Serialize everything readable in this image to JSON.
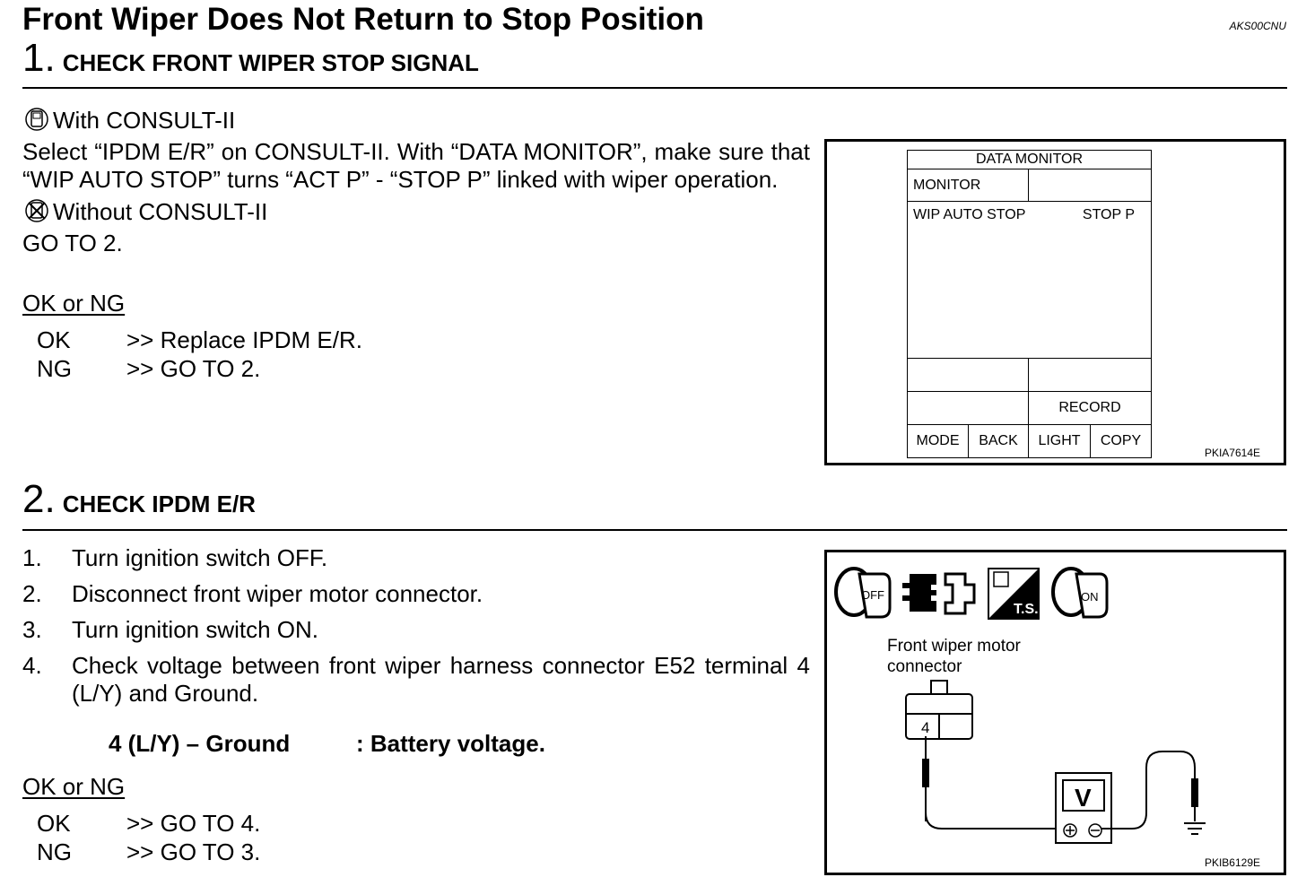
{
  "title": "Front Wiper Does Not Return to Stop Position",
  "doc_code": "AKS00CNU",
  "step1": {
    "number": "1.",
    "heading": "CHECK FRONT WIPER STOP SIGNAL",
    "with_consult": "With CONSULT-II",
    "instruction": "Select “IPDM E/R” on CONSULT-II. With “DATA MONITOR”, make sure that “WIP AUTO STOP” turns “ACT P” - “STOP P” linked with wiper operation.",
    "without_consult": "Without CONSULT-II",
    "goto": "GO TO 2.",
    "ok_or_ng": "OK or NG",
    "results": [
      {
        "key": "OK",
        "action": ">> Replace IPDM E/R."
      },
      {
        "key": "NG",
        "action": ">> GO TO 2."
      }
    ],
    "figure": {
      "screen_title": "DATA MONITOR",
      "monitor_label": "MONITOR",
      "item_name": "WIP AUTO STOP",
      "item_value": "STOP P",
      "record_label": "RECORD",
      "buttons": [
        "MODE",
        "BACK",
        "LIGHT",
        "COPY"
      ],
      "code": "PKIA7614E"
    }
  },
  "step2": {
    "number": "2.",
    "heading": "CHECK IPDM E/R",
    "items": [
      {
        "n": "1.",
        "text": "Turn ignition switch OFF."
      },
      {
        "n": "2.",
        "text": "Disconnect front wiper motor connector."
      },
      {
        "n": "3.",
        "text": "Turn ignition switch ON."
      },
      {
        "n": "4.",
        "text": "Check voltage between front wiper harness connector E52 terminal 4 (L/Y) and Ground."
      }
    ],
    "spec_left": "4 (L/Y) – Ground",
    "spec_right": ": Battery voltage.",
    "ok_or_ng": "OK or NG",
    "results": [
      {
        "key": "OK",
        "action": ">> GO TO 4."
      },
      {
        "key": "NG",
        "action": ">> GO TO 3."
      }
    ],
    "figure": {
      "icon_off": "OFF",
      "icon_ts": "T.S.",
      "icon_on": "ON",
      "connector_label": "Front wiper motor connector",
      "terminal": "4",
      "meter_label": "V",
      "code": "PKIB6129E"
    }
  }
}
